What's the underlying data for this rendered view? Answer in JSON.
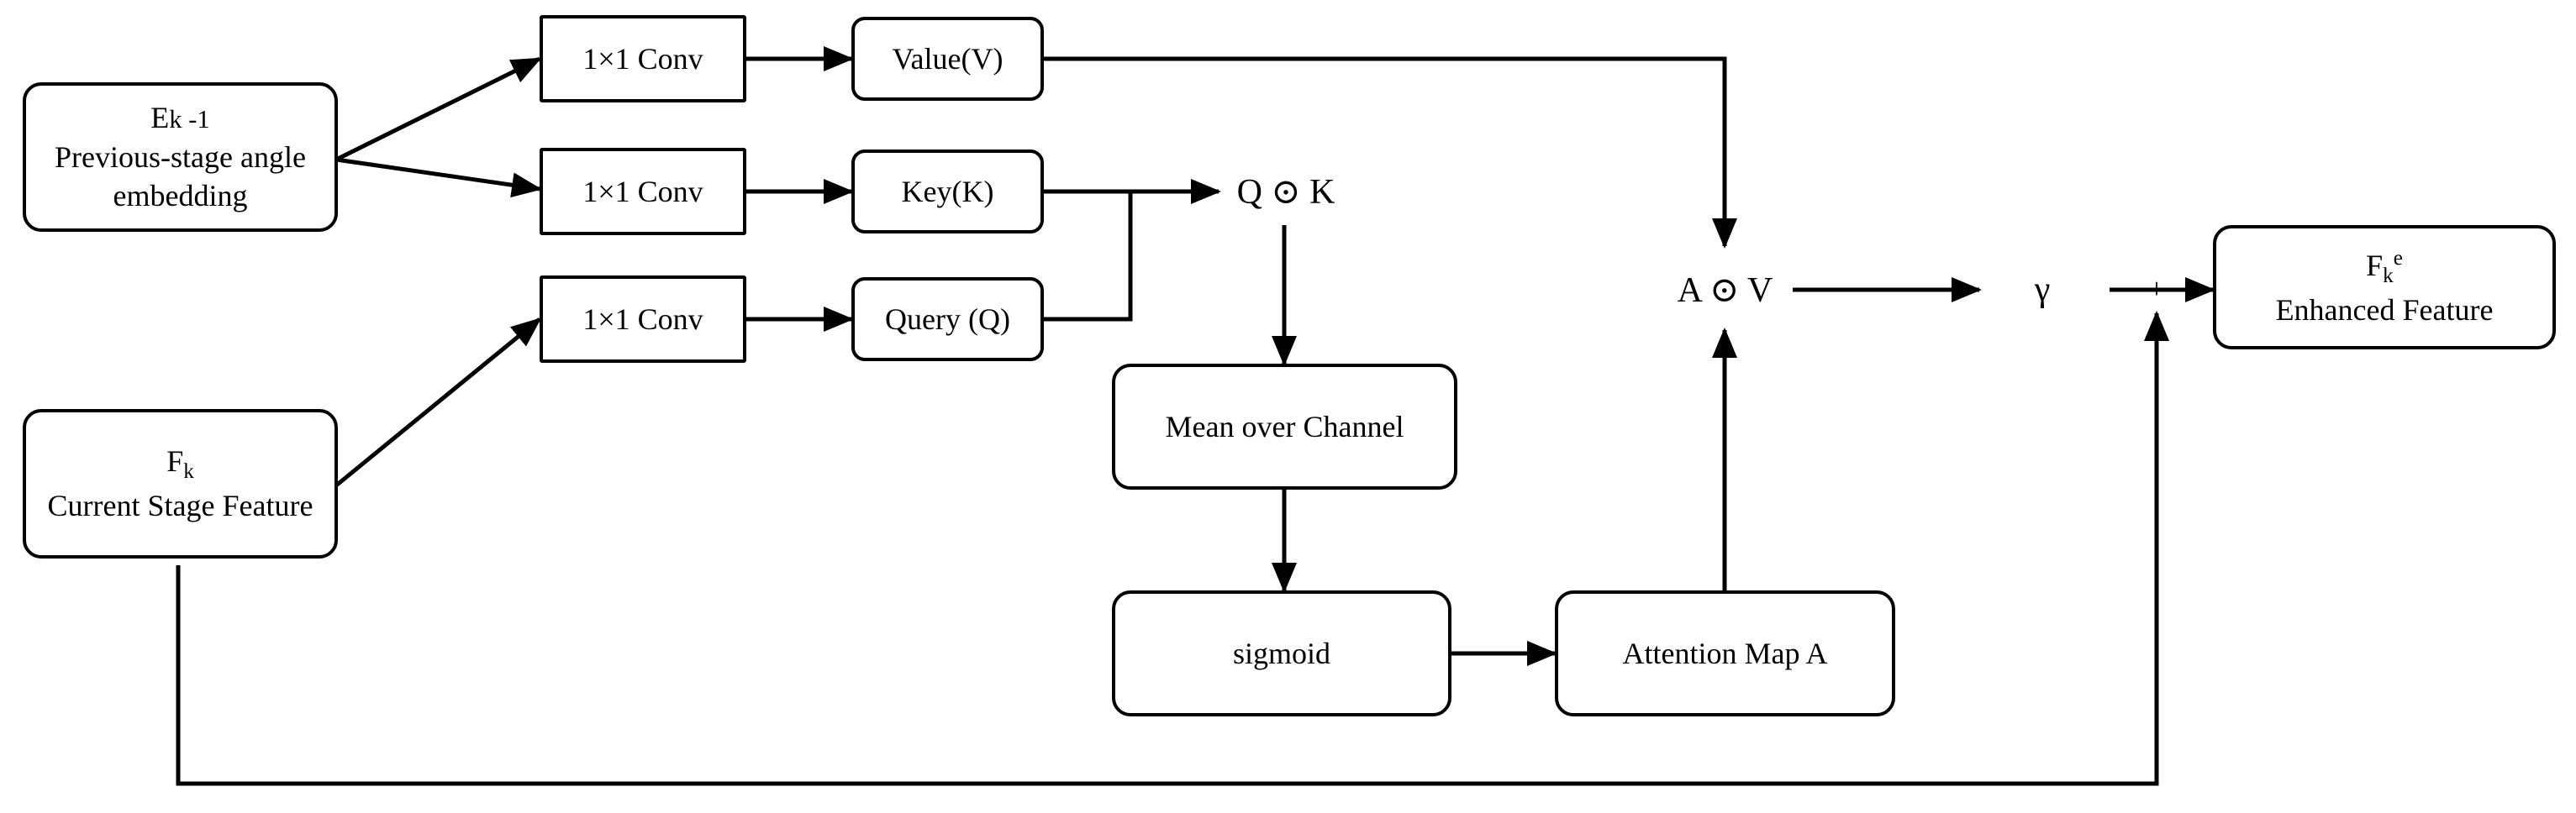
{
  "inputs": {
    "prev": {
      "symbol": "E",
      "symbol_sub": "k -1",
      "line1": "Previous-stage angle",
      "line2": "embedding"
    },
    "curr": {
      "symbol": "F",
      "symbol_sub": "k",
      "line1": "Current Stage Feature"
    }
  },
  "convs": {
    "top": "1×1 Conv",
    "mid": "1×1 Conv",
    "bot": "1×1 Conv"
  },
  "projections": {
    "value": "Value(V)",
    "key": "Key(K)",
    "query": "Query (Q)"
  },
  "ops": {
    "qk": "Q ⊙ K",
    "av": "A ⊙ V",
    "gamma": "γ",
    "plus": "+"
  },
  "steps": {
    "mean": "Mean over Channel",
    "sigmoid": "sigmoid",
    "attention": "Attention Map A"
  },
  "output": {
    "symbol": "F",
    "symbol_sub": "k",
    "symbol_sup": "e",
    "line1": "Enhanced Feature"
  },
  "colors": {
    "stroke": "#000000",
    "background": "#ffffff"
  }
}
